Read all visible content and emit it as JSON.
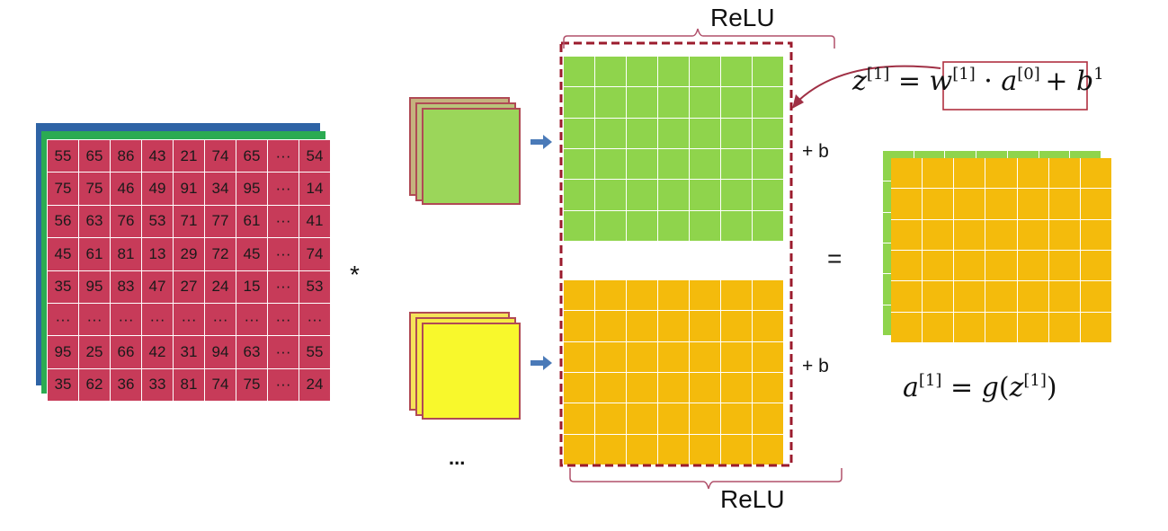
{
  "input_values": [
    [
      "55",
      "65",
      "86",
      "43",
      "21",
      "74",
      "65",
      "···",
      "54"
    ],
    [
      "75",
      "75",
      "46",
      "49",
      "91",
      "34",
      "95",
      "···",
      "14"
    ],
    [
      "56",
      "63",
      "76",
      "53",
      "71",
      "77",
      "61",
      "···",
      "41"
    ],
    [
      "45",
      "61",
      "81",
      "13",
      "29",
      "72",
      "45",
      "···",
      "74"
    ],
    [
      "35",
      "95",
      "83",
      "47",
      "27",
      "24",
      "15",
      "···",
      "53"
    ],
    [
      "···",
      "···",
      "···",
      "···",
      "···",
      "···",
      "···",
      "···",
      "···"
    ],
    [
      "95",
      "25",
      "66",
      "42",
      "31",
      "94",
      "63",
      "···",
      "55"
    ],
    [
      "35",
      "62",
      "36",
      "33",
      "81",
      "74",
      "75",
      "···",
      "24"
    ]
  ],
  "operators": {
    "convolution": "*",
    "bias_top": "+ b",
    "bias_bottom": "+ b",
    "equals": "=",
    "more_filters": "..."
  },
  "relu_top": "ReLU",
  "relu_bottom": "ReLU",
  "equation_z": {
    "lhs": "z",
    "lhs_sup": "[1]",
    "eq": "=",
    "w": "w",
    "w_sup": "[1]",
    "dot": "·",
    "a": "a",
    "a_sup": "[0]",
    "plus": "+",
    "b": "b",
    "b_sup": "1"
  },
  "equation_a": {
    "lhs": "a",
    "lhs_sup": "[1]",
    "eq": "=",
    "g": "g",
    "open": "(",
    "z": "z",
    "z_sup": "[1]",
    "close": ")"
  },
  "colors": {
    "input_red": "#c73b59",
    "input_blue": "#2e63a5",
    "input_green": "#2bab52",
    "map_green": "#8fd44c",
    "map_orange": "#f4bb0c",
    "filter_green": "#9bd65a",
    "filter_yellow": "#f8f82c",
    "relu_red": "#9b1b2d",
    "arrow_blue": "#4a7ab8"
  }
}
